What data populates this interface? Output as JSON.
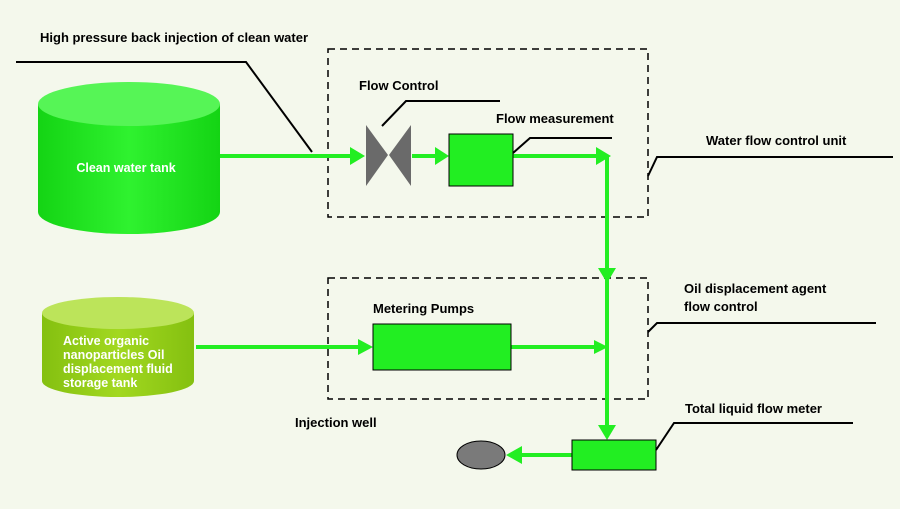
{
  "labels": {
    "high_pressure": "High pressure back injection of clean water",
    "flow_control": "Flow Control",
    "flow_measurement": "Flow measurement",
    "water_flow_unit": "Water flow control unit",
    "clean_water_tank": "Clean water tank",
    "oil_agent_line1": "Oil displacement agent",
    "oil_agent_line2": "flow control",
    "metering_pumps": "Metering Pumps",
    "storage_tank_lines": [
      "Active organic",
      "nanoparticles Oil",
      "displacement fluid",
      "storage tank"
    ],
    "injection_well": "Injection well",
    "total_meter": "Total liquid flow meter"
  },
  "colors": {
    "flow_green": "#22ee22",
    "tank_green": "#1ee41e",
    "storage_green": "#92cc14",
    "valve_gray": "#6a6a6a",
    "well_gray": "#7a7a7a"
  }
}
